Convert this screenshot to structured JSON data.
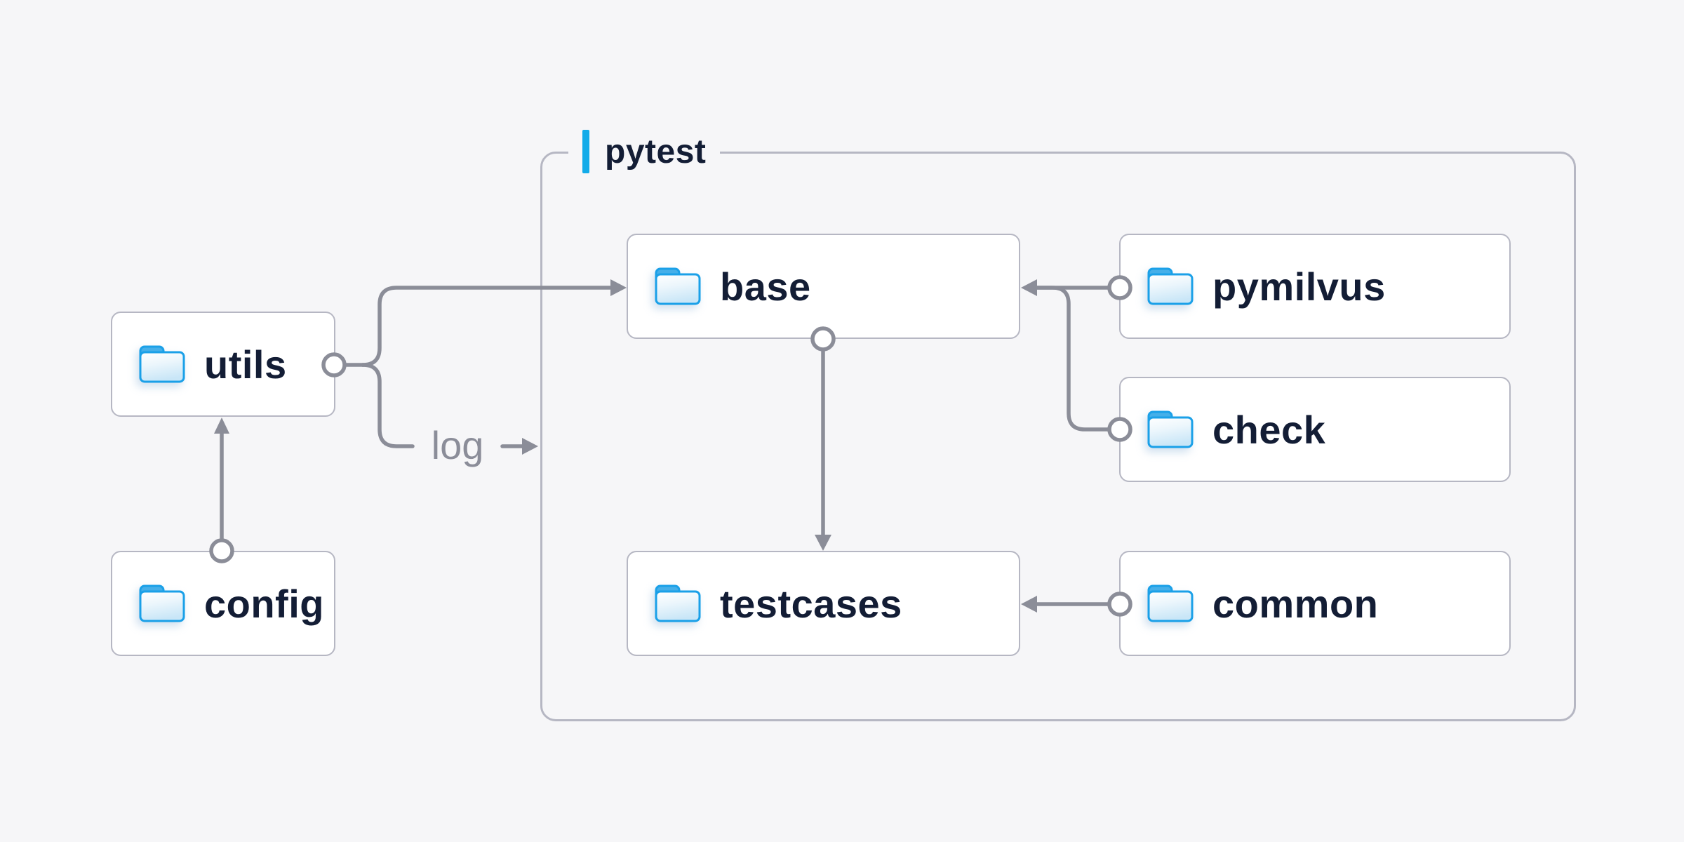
{
  "diagram": {
    "group": {
      "label": "pytest"
    },
    "nodes": [
      {
        "id": "utils",
        "label": "utils",
        "icon": "folder-icon"
      },
      {
        "id": "config",
        "label": "config",
        "icon": "folder-icon"
      },
      {
        "id": "base",
        "label": "base",
        "icon": "folder-icon"
      },
      {
        "id": "pymilvus",
        "label": "pymilvus",
        "icon": "folder-icon"
      },
      {
        "id": "check",
        "label": "check",
        "icon": "folder-icon"
      },
      {
        "id": "testcases",
        "label": "testcases",
        "icon": "folder-icon"
      },
      {
        "id": "common",
        "label": "common",
        "icon": "folder-icon"
      }
    ],
    "edges": [
      {
        "from": "config",
        "to": "utils",
        "label": ""
      },
      {
        "from": "utils",
        "to": "base",
        "label": ""
      },
      {
        "from": "utils",
        "to": "pytest",
        "label": "log"
      },
      {
        "from": "base",
        "to": "testcases",
        "label": ""
      },
      {
        "from": "pymilvus",
        "to": "base",
        "label": ""
      },
      {
        "from": "check",
        "to": "base",
        "label": ""
      },
      {
        "from": "common",
        "to": "testcases",
        "label": ""
      }
    ],
    "colors": {
      "background": "#f6f6f8",
      "node_background": "#ffffff",
      "node_border": "#b6b7c3",
      "group_border": "#b6b7c3",
      "connector": "#8b8d98",
      "text": "#131d35",
      "edge_label_text": "#8b8d99",
      "accent_blue": "#12abe9",
      "folder_stroke": "#1aa0e8",
      "folder_tab": "#45afe9"
    }
  }
}
